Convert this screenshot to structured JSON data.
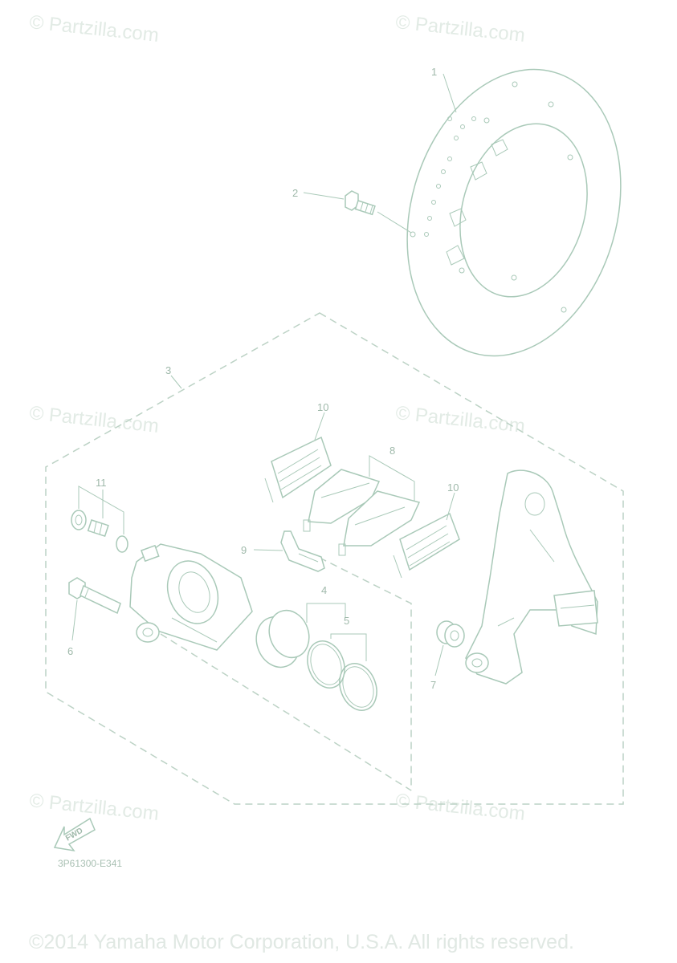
{
  "watermark": "© Partzilla.com",
  "callouts": [
    "1",
    "2",
    "3",
    "4",
    "5",
    "6",
    "7",
    "8",
    "9",
    "10",
    "10",
    "11"
  ],
  "fwd_label": "FWD",
  "diagram_code": "3P61300-E341",
  "copyright": "©2014 Yamaha Motor Corporation, U.S.A. All rights reserved.",
  "colors": {
    "line": "#a9c9b8",
    "watermark": "#e2ebe5",
    "text": "#9fb9aa"
  }
}
